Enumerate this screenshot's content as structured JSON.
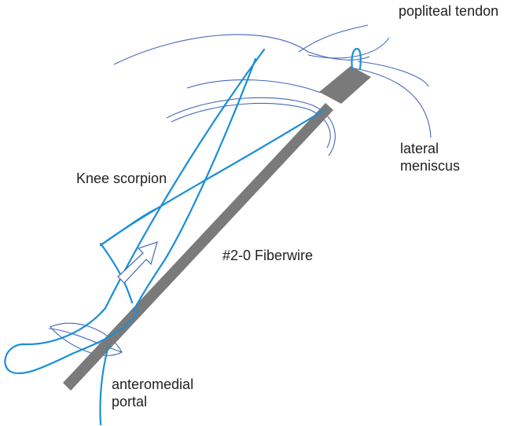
{
  "labels": {
    "popliteal_tendon": "popliteal tendon",
    "lateral_meniscus": [
      "lateral",
      "meniscus"
    ],
    "knee_scorpion": "Knee scorpion",
    "fiberwire": "#2-0 Fiberwire",
    "anteromedial_portal": [
      "anteromedial",
      "portal"
    ]
  },
  "colors": {
    "suture": "#1a8fd6",
    "anatomy_outline": "#4466bb",
    "instrument": "#7a7a7a",
    "text": "#222222"
  }
}
